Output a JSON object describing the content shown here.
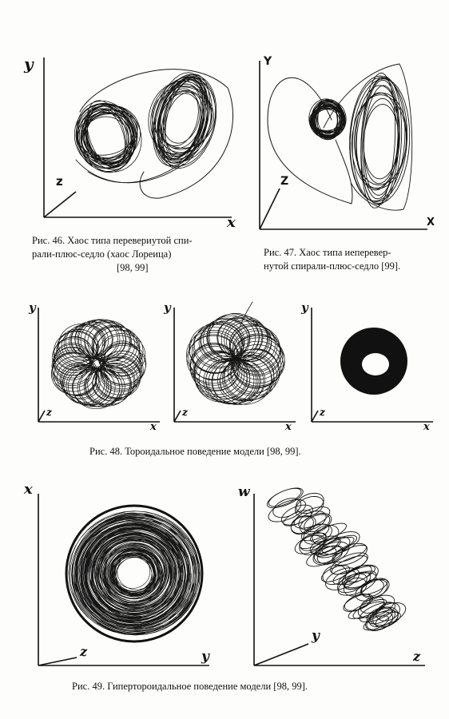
{
  "fig46": {
    "axis_y": "y",
    "axis_z": "z",
    "axis_x": "x",
    "caption_line1": "Рис. 46. Хаос типа перевериутой спи-",
    "caption_line2": "рали-плюс-седло      (хаос   Лореица)",
    "caption_line3": "[98, 99]"
  },
  "fig47": {
    "axis_y": "Y",
    "axis_z": "Z",
    "axis_x": "X",
    "caption_line1": "Рис. 47. Хаос  типа  иеперевер-",
    "caption_line2": "нутой спирали-плюс-седло [99]."
  },
  "fig48": {
    "panel_a": {
      "axis_y": "y",
      "axis_z": "z",
      "axis_x": "x"
    },
    "panel_b": {
      "axis_y": "y",
      "axis_z": "z",
      "axis_x": "x"
    },
    "panel_c": {
      "axis_y": "y",
      "axis_z": "z",
      "axis_x": "x"
    },
    "caption": "Рис. 48. Тороидальное поведение модели [98, 99]."
  },
  "fig49": {
    "panel_a": {
      "axis_x": "x",
      "axis_z": "z",
      "axis_y": "y"
    },
    "panel_b": {
      "axis_w": "w",
      "axis_y": "y",
      "axis_z": "z"
    },
    "caption": "Рис. 49. Гипертороидальное поведение модели [98, 99]."
  }
}
